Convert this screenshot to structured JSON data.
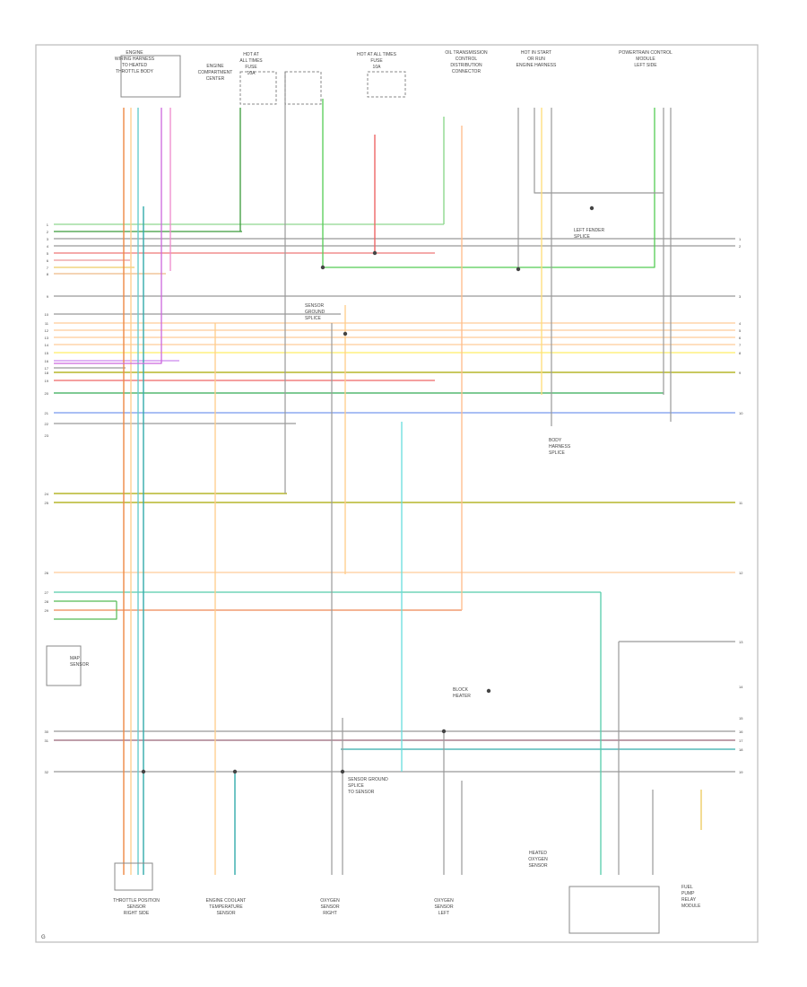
{
  "components": [
    {
      "id": "c1",
      "label": [
        "ENGINE",
        "WIRING HARNESS",
        "TO HEATED",
        "THROTTLE BODY"
      ]
    },
    {
      "id": "c2",
      "label": [
        "ENGINE",
        "COMPARTMENT",
        "CENTER"
      ]
    },
    {
      "id": "c3",
      "label": [
        "HOT AT",
        "ALL TIMES",
        "FUSE",
        "10A"
      ]
    },
    {
      "id": "c4",
      "label": [
        "HOT AT ALL TIMES",
        "FUSE",
        "10A"
      ]
    },
    {
      "id": "c5",
      "label": [
        "OIL TRANSMISSION",
        "CONTROL",
        "DISTRIBUTION",
        "CONNECTOR"
      ]
    },
    {
      "id": "c6",
      "label": [
        "HOT IN START",
        "OR RUN",
        "ENGINE HARNESS"
      ]
    },
    {
      "id": "c7",
      "label": [
        "POWERTRAIN CONTROL",
        "MODULE",
        "LEFT SIDE"
      ]
    },
    {
      "id": "c8",
      "label": [
        "LEFT FENDER",
        "SPLICE"
      ]
    },
    {
      "id": "c9",
      "label": [
        "SENSOR",
        "GROUND",
        "SPLICE"
      ]
    },
    {
      "id": "c10",
      "label": [
        "BODY",
        "HARNESS",
        "SPLICE"
      ]
    },
    {
      "id": "c11",
      "label": [
        "BLOCK",
        "HEATER"
      ]
    },
    {
      "id": "c12",
      "label": [
        "SENSOR GROUND",
        "SPLICE",
        "TO SENSOR"
      ]
    },
    {
      "id": "c13",
      "label": [
        "MAP",
        "SENSOR"
      ]
    }
  ],
  "bottom_components": [
    {
      "id": "b1",
      "label": [
        "THROTTLE POSITION",
        "SENSOR",
        "RIGHT SIDE"
      ]
    },
    {
      "id": "b2",
      "label": [
        "ENGINE COOLANT",
        "TEMPERATURE",
        "SENSOR"
      ]
    },
    {
      "id": "b3",
      "label": [
        "OXYGEN",
        "SENSOR",
        "RIGHT"
      ]
    },
    {
      "id": "b4",
      "label": [
        "OXYGEN",
        "SENSOR",
        "LEFT"
      ]
    },
    {
      "id": "b5",
      "label": [
        "HEATED",
        "OXYGEN",
        "SENSOR"
      ]
    },
    {
      "id": "b6",
      "label": [
        "FUEL",
        "PUMP",
        "RELAY",
        "MODULE"
      ]
    }
  ],
  "footer_note": "G"
}
